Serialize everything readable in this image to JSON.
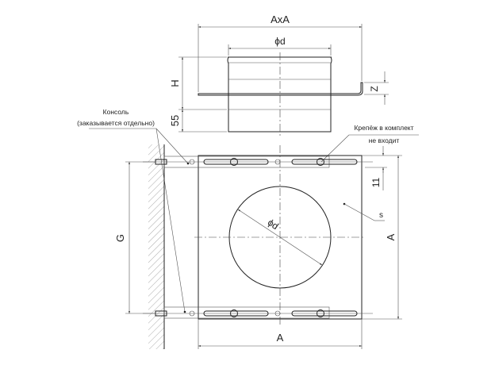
{
  "drawing": {
    "dim_AxA": "AxA",
    "dim_d_top": "ϕd",
    "dim_H": "H",
    "dim_55": "55",
    "dim_Z": "Z",
    "dim_11": "11",
    "dim_G": "G",
    "dim_A_bottom": "A",
    "dim_A_right": "A",
    "dim_d_circle": "ϕd",
    "label_s": "s",
    "note_console_line1": "Консоль",
    "note_console_line2": "(заказывается отдельно)",
    "note_fastener_line1": "Крепёж в комплект",
    "note_fastener_line2": "не входит"
  }
}
